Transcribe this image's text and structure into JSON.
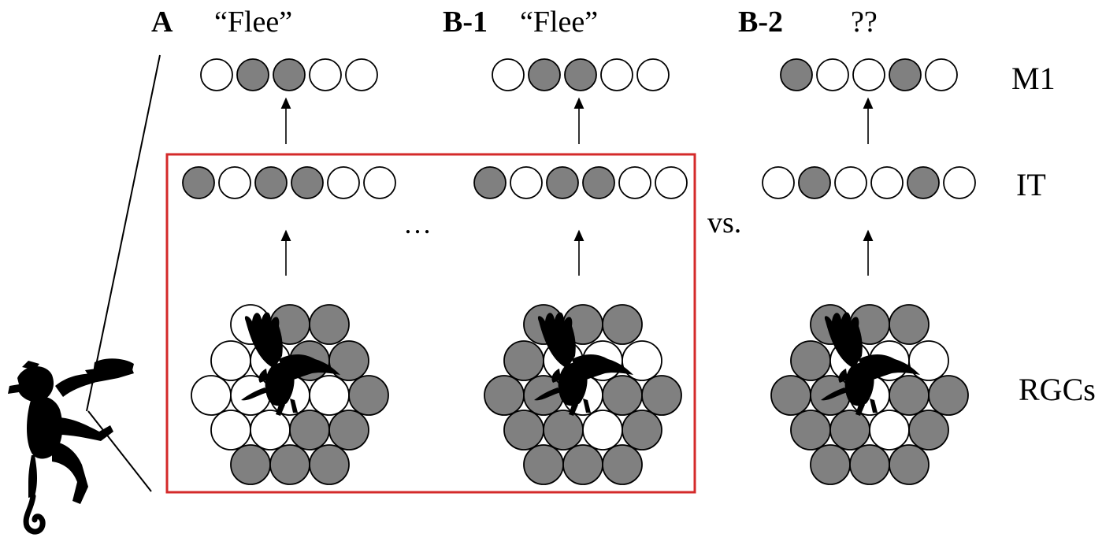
{
  "panels": [
    {
      "id": "A",
      "label": "A",
      "response": "“Flee”",
      "m1": [
        0,
        1,
        1,
        0,
        0
      ],
      "it": [
        1,
        0,
        1,
        1,
        0,
        0
      ],
      "rgc": [
        [
          0,
          1,
          1
        ],
        [
          0,
          0,
          1,
          1
        ],
        [
          0,
          0,
          0,
          0,
          1
        ],
        [
          0,
          0,
          1,
          1
        ],
        [
          1,
          1,
          1
        ]
      ]
    },
    {
      "id": "B1",
      "label": "B-1",
      "response": "“Flee”",
      "m1": [
        0,
        1,
        1,
        0,
        0
      ],
      "it": [
        1,
        0,
        1,
        1,
        0,
        0
      ],
      "rgc": [
        [
          1,
          1,
          1
        ],
        [
          1,
          0,
          0,
          0
        ],
        [
          1,
          1,
          0,
          1,
          1
        ],
        [
          1,
          1,
          0,
          1
        ],
        [
          1,
          1,
          1
        ]
      ]
    },
    {
      "id": "B2",
      "label": "B-2",
      "response": "??",
      "m1": [
        1,
        0,
        0,
        1,
        0
      ],
      "it": [
        0,
        1,
        0,
        0,
        1,
        0
      ],
      "rgc": [
        [
          1,
          1,
          1
        ],
        [
          1,
          0,
          0,
          0
        ],
        [
          1,
          1,
          0,
          1,
          1
        ],
        [
          1,
          1,
          0,
          1
        ],
        [
          1,
          1,
          1
        ]
      ]
    }
  ],
  "layers": {
    "m1": "M1",
    "it": "IT",
    "rgc": "RGCs"
  },
  "ellipsis": "…",
  "versus": "vs.",
  "colors": {
    "active": "#808080",
    "inactive": "#ffffff",
    "stroke": "#000000",
    "highlight_box": "#d42a2a"
  }
}
